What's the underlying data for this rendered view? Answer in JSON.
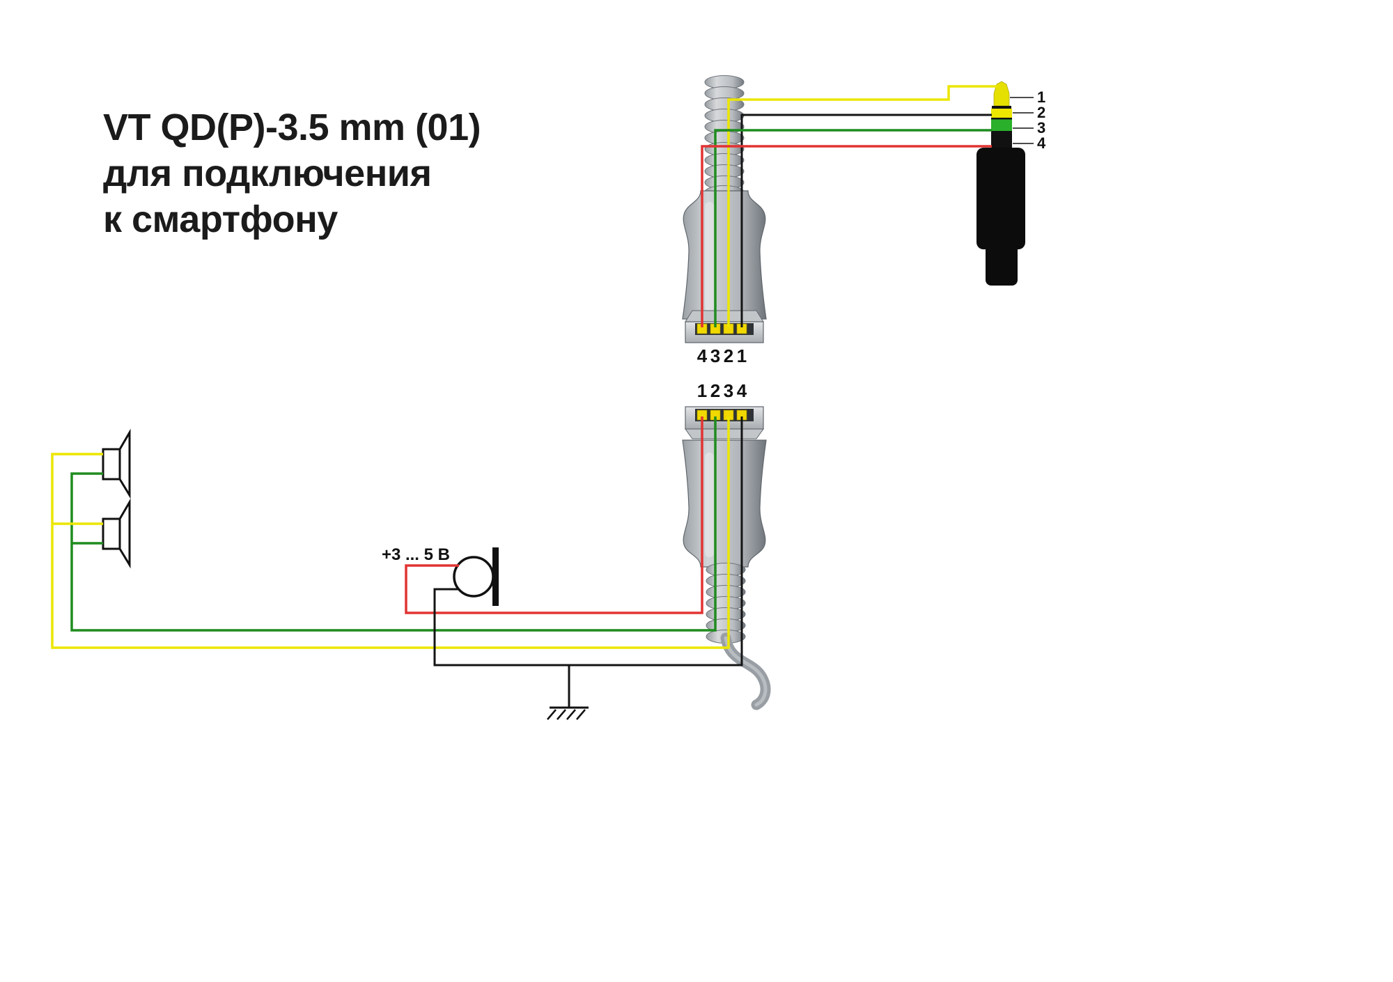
{
  "title": {
    "line1": "VT QD(P)-3.5 mm (01)",
    "line2": "для подключения",
    "line3": "к смартфону"
  },
  "microphone": {
    "voltage_label": "+3 ... 5 В"
  },
  "qd_top": {
    "pins": [
      "4",
      "3",
      "2",
      "1"
    ]
  },
  "qd_bottom": {
    "pins": [
      "1",
      "2",
      "3",
      "4"
    ]
  },
  "plug": {
    "pins": [
      "1",
      "2",
      "3",
      "4"
    ]
  },
  "colors": {
    "wire_yellow": "#ece600",
    "wire_green": "#1f8c1f",
    "wire_red": "#e23333",
    "wire_black": "#141414",
    "plug_tip": "#e6e000",
    "plug_ring_yellow": "#ece600",
    "plug_ring_green": "#2ab02a",
    "plug_body": "#0c0c0c",
    "connector_gray": "#aeb2b6"
  }
}
